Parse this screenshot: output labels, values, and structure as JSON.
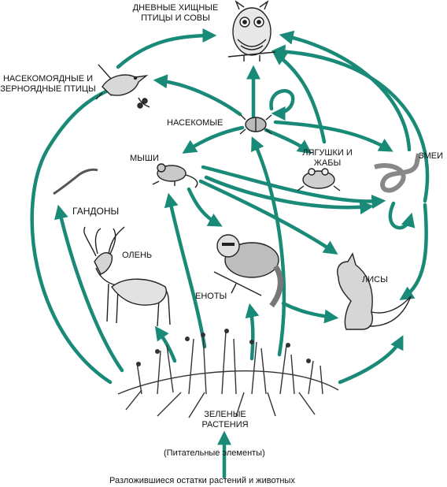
{
  "labels": {
    "owls": "ДНЕВНЫЕ ХИЩНЫЕ\nПТИЦЫ И СОВЫ",
    "birds": "НАСЕКОМОЯДНЫЕ И\nЗЕРНОЯДНЫЕ ПТИЦЫ",
    "insects": "НАСЕКОМЫЕ",
    "mice": "МЫШИ",
    "frogs": "ЛЯГУШКИ  И\nЖАБЫ",
    "snakes": "ЗМЕИ",
    "gandony": "ГАНДОНЫ",
    "deer": "ОЛЕНЬ",
    "raccoons": "ЕНОТЫ",
    "foxes": "ЛИСЫ",
    "plants": "ЗЕЛЕНЫЕ\nРАСТЕНИЯ",
    "nutrients": "(Питательные элементы)",
    "decay": "Разложившиеся остатки растений и животных"
  },
  "colors": {
    "arrow": "#1a8a78",
    "ink": "#222222"
  },
  "icons": [
    "owl-icon",
    "bird-icon",
    "beetle-icon",
    "mouse-icon",
    "frog-icon",
    "snake-icon",
    "worm-icon",
    "deer-icon",
    "raccoon-icon",
    "fox-icon",
    "plants-icon"
  ]
}
